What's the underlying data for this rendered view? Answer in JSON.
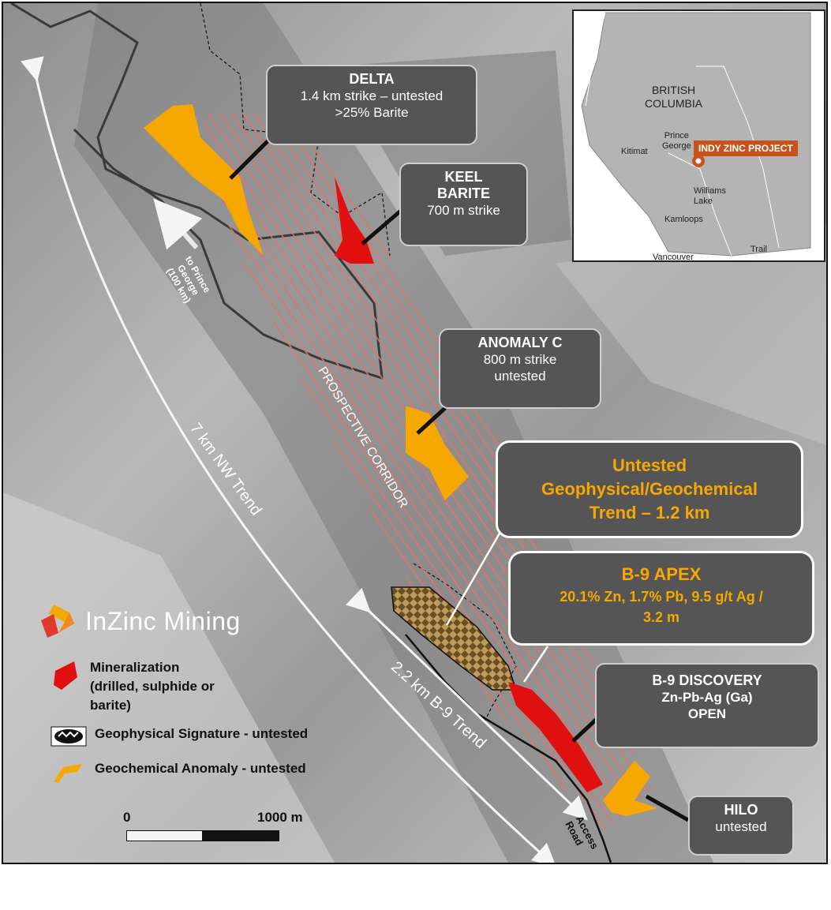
{
  "callouts": {
    "delta": {
      "title": "DELTA",
      "line1": "1.4 km strike – untested",
      "line2": ">25% Barite"
    },
    "keel": {
      "title1": "KEEL",
      "title2": "BARITE",
      "line1": "700 m strike"
    },
    "anomaly_c": {
      "title": "ANOMALY C",
      "line1": "800 m strike",
      "line2": "untested"
    },
    "untested_trend": {
      "line1": "Untested",
      "line2": "Geophysical/Geochemical",
      "line3": "Trend – 1.2 km"
    },
    "b9_apex": {
      "title": "B-9 APEX",
      "line1": "20.1% Zn, 1.7% Pb, 9.5 g/t Ag /",
      "line2": "3.2 m"
    },
    "b9_discovery": {
      "title": "B-9 DISCOVERY",
      "line1": "Zn-Pb-Ag (Ga)",
      "line2": "OPEN"
    },
    "hilo": {
      "title": "HILO",
      "line1": "untested"
    }
  },
  "map_labels": {
    "nw_trend": "7 km NW Trend",
    "b9_trend": "2.2 km B-9 Trend",
    "corridor": "PROSPECTIVE CORRIDOR",
    "to_prince_george": [
      "to Prince",
      "George",
      "(100 km)"
    ],
    "access_road": [
      "Access",
      "Road"
    ]
  },
  "inset": {
    "province": [
      "BRITISH",
      "COLUMBIA"
    ],
    "project": "INDY ZINC PROJECT",
    "towns": {
      "kitimat": "Kitimat",
      "prince_george": [
        "Prince",
        "George"
      ],
      "williams_lake": [
        "Williams",
        "Lake"
      ],
      "kamloops": "Kamloops",
      "vancouver": "Vancouver",
      "trail": "Trail"
    }
  },
  "logo": {
    "text": "InZinc Mining"
  },
  "legend": {
    "mineralization": [
      "Mineralization",
      "(drilled, sulphide or",
      "barite)"
    ],
    "geophysical": "Geophysical Signature - untested",
    "geochemical": "Geochemical Anomaly - untested"
  },
  "scale": {
    "start": "0",
    "end": "1000 m"
  },
  "colors": {
    "accent": "#f6a800",
    "mineralization": "#e01010",
    "corridor_hatch": "#e8706a",
    "callout_bg": "#555555",
    "project_tag": "#c8531a"
  }
}
